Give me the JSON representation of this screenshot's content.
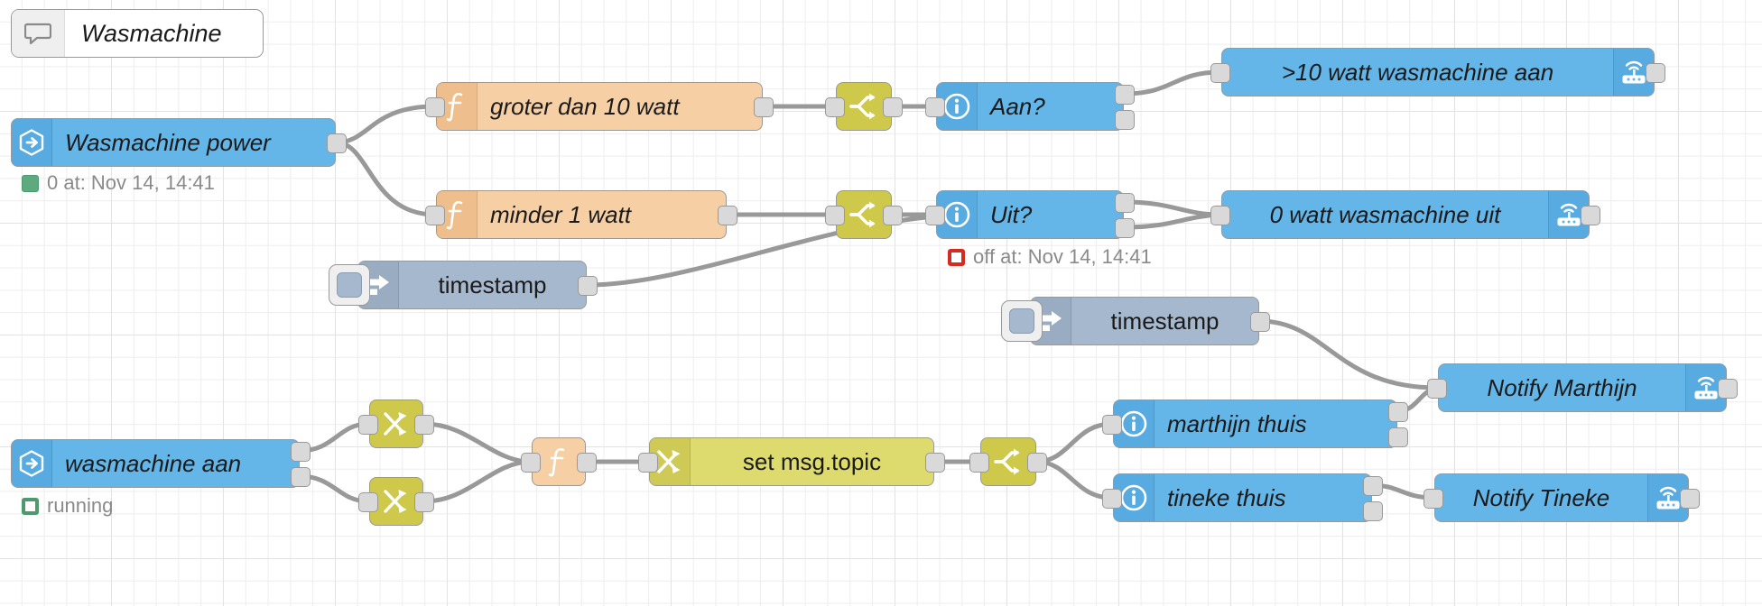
{
  "app": {
    "name": "node-red-flow-editor",
    "flow_title": "Wasmachine"
  },
  "comment_node": {
    "label": "Wasmachine",
    "icon": "comment-bubble-icon"
  },
  "nodes": [
    {
      "id": "wasmachine-power",
      "label": "Wasmachine power",
      "icon": "link-in-icon",
      "type": "status",
      "color": "blue"
    },
    {
      "id": "groter-dan-10-watt",
      "label": "groter dan 10 watt",
      "icon": "function-f-icon",
      "type": "function",
      "color": "orange"
    },
    {
      "id": "minder-1-watt",
      "label": "minder 1 watt",
      "icon": "function-f-icon",
      "type": "function",
      "color": "orange"
    },
    {
      "id": "switch-top",
      "label": "",
      "icon": "switch-branch-icon",
      "type": "switch",
      "color": "olive"
    },
    {
      "id": "switch-bottom",
      "label": "",
      "icon": "switch-branch-icon",
      "type": "switch",
      "color": "olive"
    },
    {
      "id": "aan",
      "label": "Aan?",
      "icon": "info-circle-icon",
      "type": "info",
      "color": "blue"
    },
    {
      "id": "uit",
      "label": "Uit?",
      "icon": "info-circle-icon",
      "type": "info",
      "color": "blue"
    },
    {
      "id": "mqtt-wasmachine-aan",
      "label": ">10 watt wasmachine aan",
      "icon": "mqtt-router-icon",
      "type": "mqtt",
      "color": "blue"
    },
    {
      "id": "mqtt-wasmachine-uit",
      "label": "0 watt wasmachine uit",
      "icon": "mqtt-router-icon",
      "type": "mqtt",
      "color": "blue"
    },
    {
      "id": "timestamp-top",
      "label": "timestamp",
      "icon": "inject-arrow-icon",
      "type": "inject",
      "color": "grayblue"
    },
    {
      "id": "timestamp-mid",
      "label": "timestamp",
      "icon": "inject-arrow-icon",
      "type": "inject",
      "color": "grayblue"
    },
    {
      "id": "wasmachine-aan",
      "label": "wasmachine aan",
      "icon": "link-in-icon",
      "type": "status",
      "color": "blue"
    },
    {
      "id": "change-a",
      "label": "",
      "icon": "change-swap-icon",
      "type": "change",
      "color": "olive"
    },
    {
      "id": "change-b",
      "label": "",
      "icon": "change-swap-icon",
      "type": "change",
      "color": "olive"
    },
    {
      "id": "function-small",
      "label": "",
      "icon": "function-f-icon",
      "type": "function",
      "color": "orange"
    },
    {
      "id": "set-msg-topic",
      "label": "set msg.topic",
      "icon": "change-swap-icon",
      "type": "change",
      "color": "olive-lite"
    },
    {
      "id": "switch-lower",
      "label": "",
      "icon": "switch-branch-icon",
      "type": "switch",
      "color": "olive"
    },
    {
      "id": "marthijn-thuis",
      "label": "marthijn thuis",
      "icon": "info-circle-icon",
      "type": "info",
      "color": "blue"
    },
    {
      "id": "tineke-thuis",
      "label": "tineke thuis",
      "icon": "info-circle-icon",
      "type": "info",
      "color": "blue"
    },
    {
      "id": "notify-marthijn",
      "label": "Notify Marthijn",
      "icon": "mqtt-router-icon",
      "type": "mqtt",
      "color": "blue"
    },
    {
      "id": "notify-tineke",
      "label": "Notify Tineke",
      "icon": "mqtt-router-icon",
      "type": "mqtt",
      "color": "blue"
    }
  ],
  "statuses": [
    {
      "for": "wasmachine-power",
      "text": "0 at: Nov 14, 14:41",
      "indicator": "green-filled-square"
    },
    {
      "for": "uit",
      "text": "off at: Nov 14, 14:41",
      "indicator": "red-ring-square"
    },
    {
      "for": "wasmachine-aan",
      "text": "running",
      "indicator": "green-ring-square"
    }
  ],
  "labels": {
    "comment": "Wasmachine",
    "wasmachine_power": "Wasmachine power",
    "groter_dan_10_watt": "groter dan 10 watt",
    "minder_1_watt": "minder 1 watt",
    "aan": "Aan?",
    "uit": "Uit?",
    "mqtt_aan": ">10 watt wasmachine aan",
    "mqtt_uit": "0 watt wasmachine uit",
    "timestamp_top": "timestamp",
    "timestamp_mid": "timestamp",
    "wasmachine_aan": "wasmachine aan",
    "set_msg_topic": "set msg.topic",
    "marthijn_thuis": "marthijn thuis",
    "tineke_thuis": "tineke thuis",
    "notify_marthijn": "Notify Marthijn",
    "notify_tineke": "Notify Tineke",
    "status_power": "0 at: Nov 14, 14:41",
    "status_uit": "off at: Nov 14, 14:41",
    "status_running": "running"
  },
  "colors": {
    "node_blue": "#64b5e8",
    "node_orange": "#f6cfa5",
    "node_olive": "#cfc94b",
    "node_olive_light": "#dedb6e",
    "node_grayblue": "#a6b8cd",
    "wire": "#999999",
    "port": "#d9d9d9",
    "status_green": "#4e9a6f",
    "status_red": "#d62b20",
    "grid_minor": "#ededed",
    "grid_major": "#e3e3e3"
  }
}
